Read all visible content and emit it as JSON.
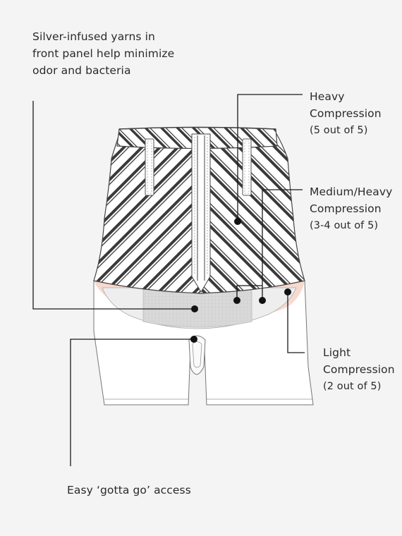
{
  "callouts": {
    "silver": {
      "lines": [
        "Silver-infused yarns in",
        "front panel help minimize",
        "odor and bacteria"
      ]
    },
    "heavy": {
      "lines": [
        "Heavy",
        "Compression",
        "(5 out of 5)"
      ]
    },
    "medium_heavy": {
      "lines": [
        "Medium/Heavy",
        "Compression",
        "(3-4 out of 5)"
      ]
    },
    "light": {
      "lines": [
        "Light",
        "Compression",
        "(2 out of 5)"
      ]
    },
    "access": {
      "lines": [
        "Easy ‘gotta go’ access"
      ]
    }
  },
  "colors": {
    "background": "#f4f4f4",
    "outline": "#555555",
    "stripe": "#3a3a3a",
    "silver_panel": "#d6d6d6",
    "light_zone": "#f6d9cf",
    "leader": "#1a1a1a"
  }
}
